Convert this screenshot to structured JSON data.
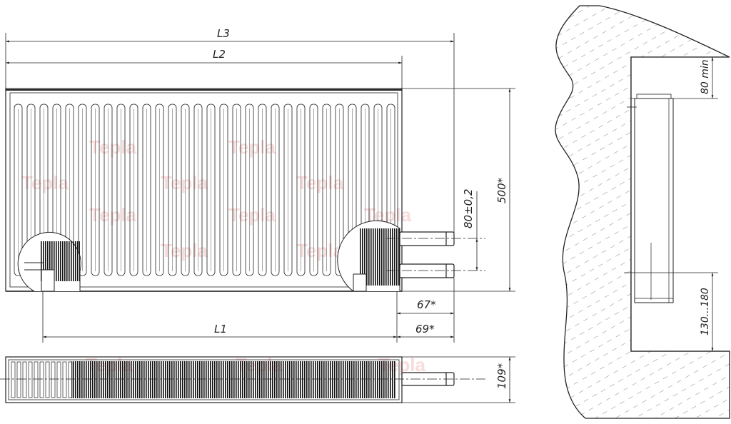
{
  "colors": {
    "line": "#222222",
    "watermark": "#f2b3b3",
    "hatch": "#555555",
    "fin_dark": "#111111"
  },
  "icons": [
    "hatch-pattern",
    "fin-stripes"
  ],
  "dimensions": {
    "l3": "L3",
    "l2": "L2",
    "l1": "L1",
    "height": "500*",
    "connection_spacing": "80±0,2",
    "offset_67": "67*",
    "offset_69": "69*",
    "depth": "109*",
    "top_clearance": "80 min",
    "floor_clearance": "130...180"
  },
  "watermark": {
    "brand": "Tepla"
  }
}
